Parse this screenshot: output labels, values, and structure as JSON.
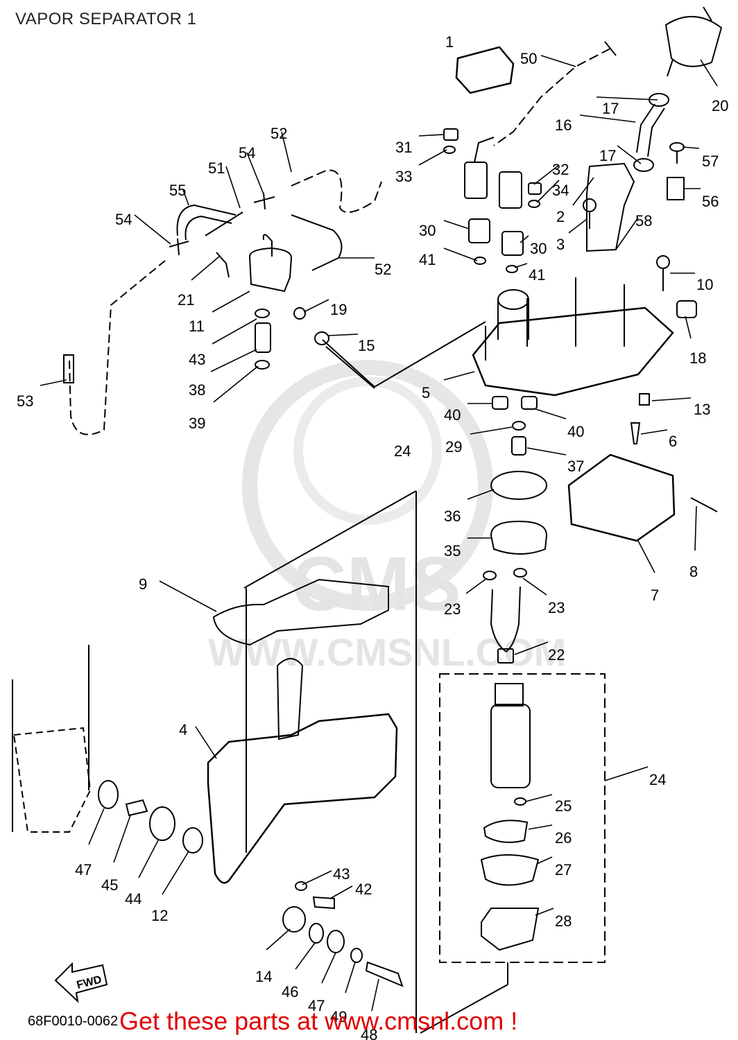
{
  "title": "VAPOR SEPARATOR 1",
  "diagram_code": "68F0010-0062",
  "promo_text": "Get these parts at www.cmsnl.com !",
  "fwd_label": "FWD",
  "watermark": {
    "brand": "CMS",
    "url": "WWW.CMSNL.COM"
  },
  "callouts": [
    "1",
    "50",
    "20",
    "17",
    "16",
    "17",
    "57",
    "31",
    "33",
    "32",
    "34",
    "2",
    "56",
    "52",
    "54",
    "51",
    "55",
    "54",
    "3",
    "58",
    "30",
    "30",
    "41",
    "41",
    "52",
    "21",
    "10",
    "11",
    "19",
    "43",
    "15",
    "18",
    "38",
    "5",
    "39",
    "53",
    "40",
    "40",
    "13",
    "24",
    "29",
    "6",
    "37",
    "36",
    "8",
    "35",
    "7",
    "9",
    "23",
    "23",
    "22",
    "4",
    "24",
    "25",
    "26",
    "27",
    "47",
    "45",
    "44",
    "12",
    "43",
    "42",
    "28",
    "14",
    "46",
    "47",
    "49",
    "48"
  ]
}
